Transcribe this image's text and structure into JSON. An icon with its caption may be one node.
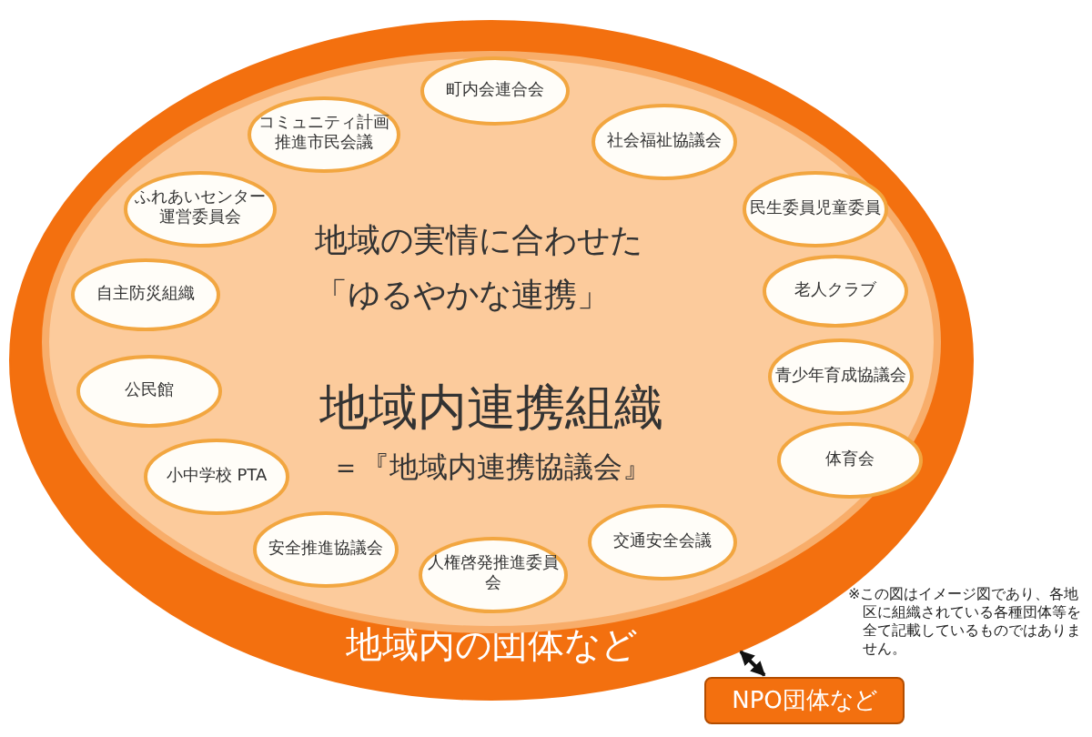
{
  "diagram": {
    "nodes": [
      {
        "text": [
          "地域内の団体など"
        ]
      },
      {
        "text": [
          "地域の実情に合わせた「ゆるやかな連携」",
          "地域内連携組織",
          "＝『地域内連携協議会』"
        ],
        "in": 0
      },
      {
        "text": [
          "町内会連合会"
        ],
        "in": 1
      },
      {
        "text": [
          "コミュニティ計画推進市民会議"
        ],
        "in": 1
      },
      {
        "text": [
          "社会福祉協議会"
        ],
        "in": 1
      },
      {
        "text": [
          "ふれあいセンター運営委員会"
        ],
        "in": 1
      },
      {
        "text": [
          "民生委員児童委員"
        ],
        "in": 1
      },
      {
        "text": [
          "自主防災組織"
        ],
        "in": 1
      },
      {
        "text": [
          "老人クラブ"
        ],
        "in": 1
      },
      {
        "text": [
          "公民館"
        ],
        "in": 1
      },
      {
        "text": [
          "青少年育成協議会"
        ],
        "in": 1
      },
      {
        "text": [
          "小中学校 PTA"
        ],
        "in": 1
      },
      {
        "text": [
          "体育会"
        ],
        "in": 1
      },
      {
        "text": [
          "安全推進協議会"
        ],
        "in": 1
      },
      {
        "text": [
          "人権啓発推進委員会"
        ],
        "in": 1
      },
      {
        "text": [
          "交通安全会議"
        ],
        "in": 1
      },
      {
        "text": [
          "NPO団体など"
        ]
      }
    ],
    "edges": [
      {
        "from": 0,
        "to": 16,
        "arrow": "both"
      }
    ],
    "labels": [
      "※この図はイメージ図であり、各地区に組織されている各種団体等を全て記載しているものではありません。"
    ]
  }
}
